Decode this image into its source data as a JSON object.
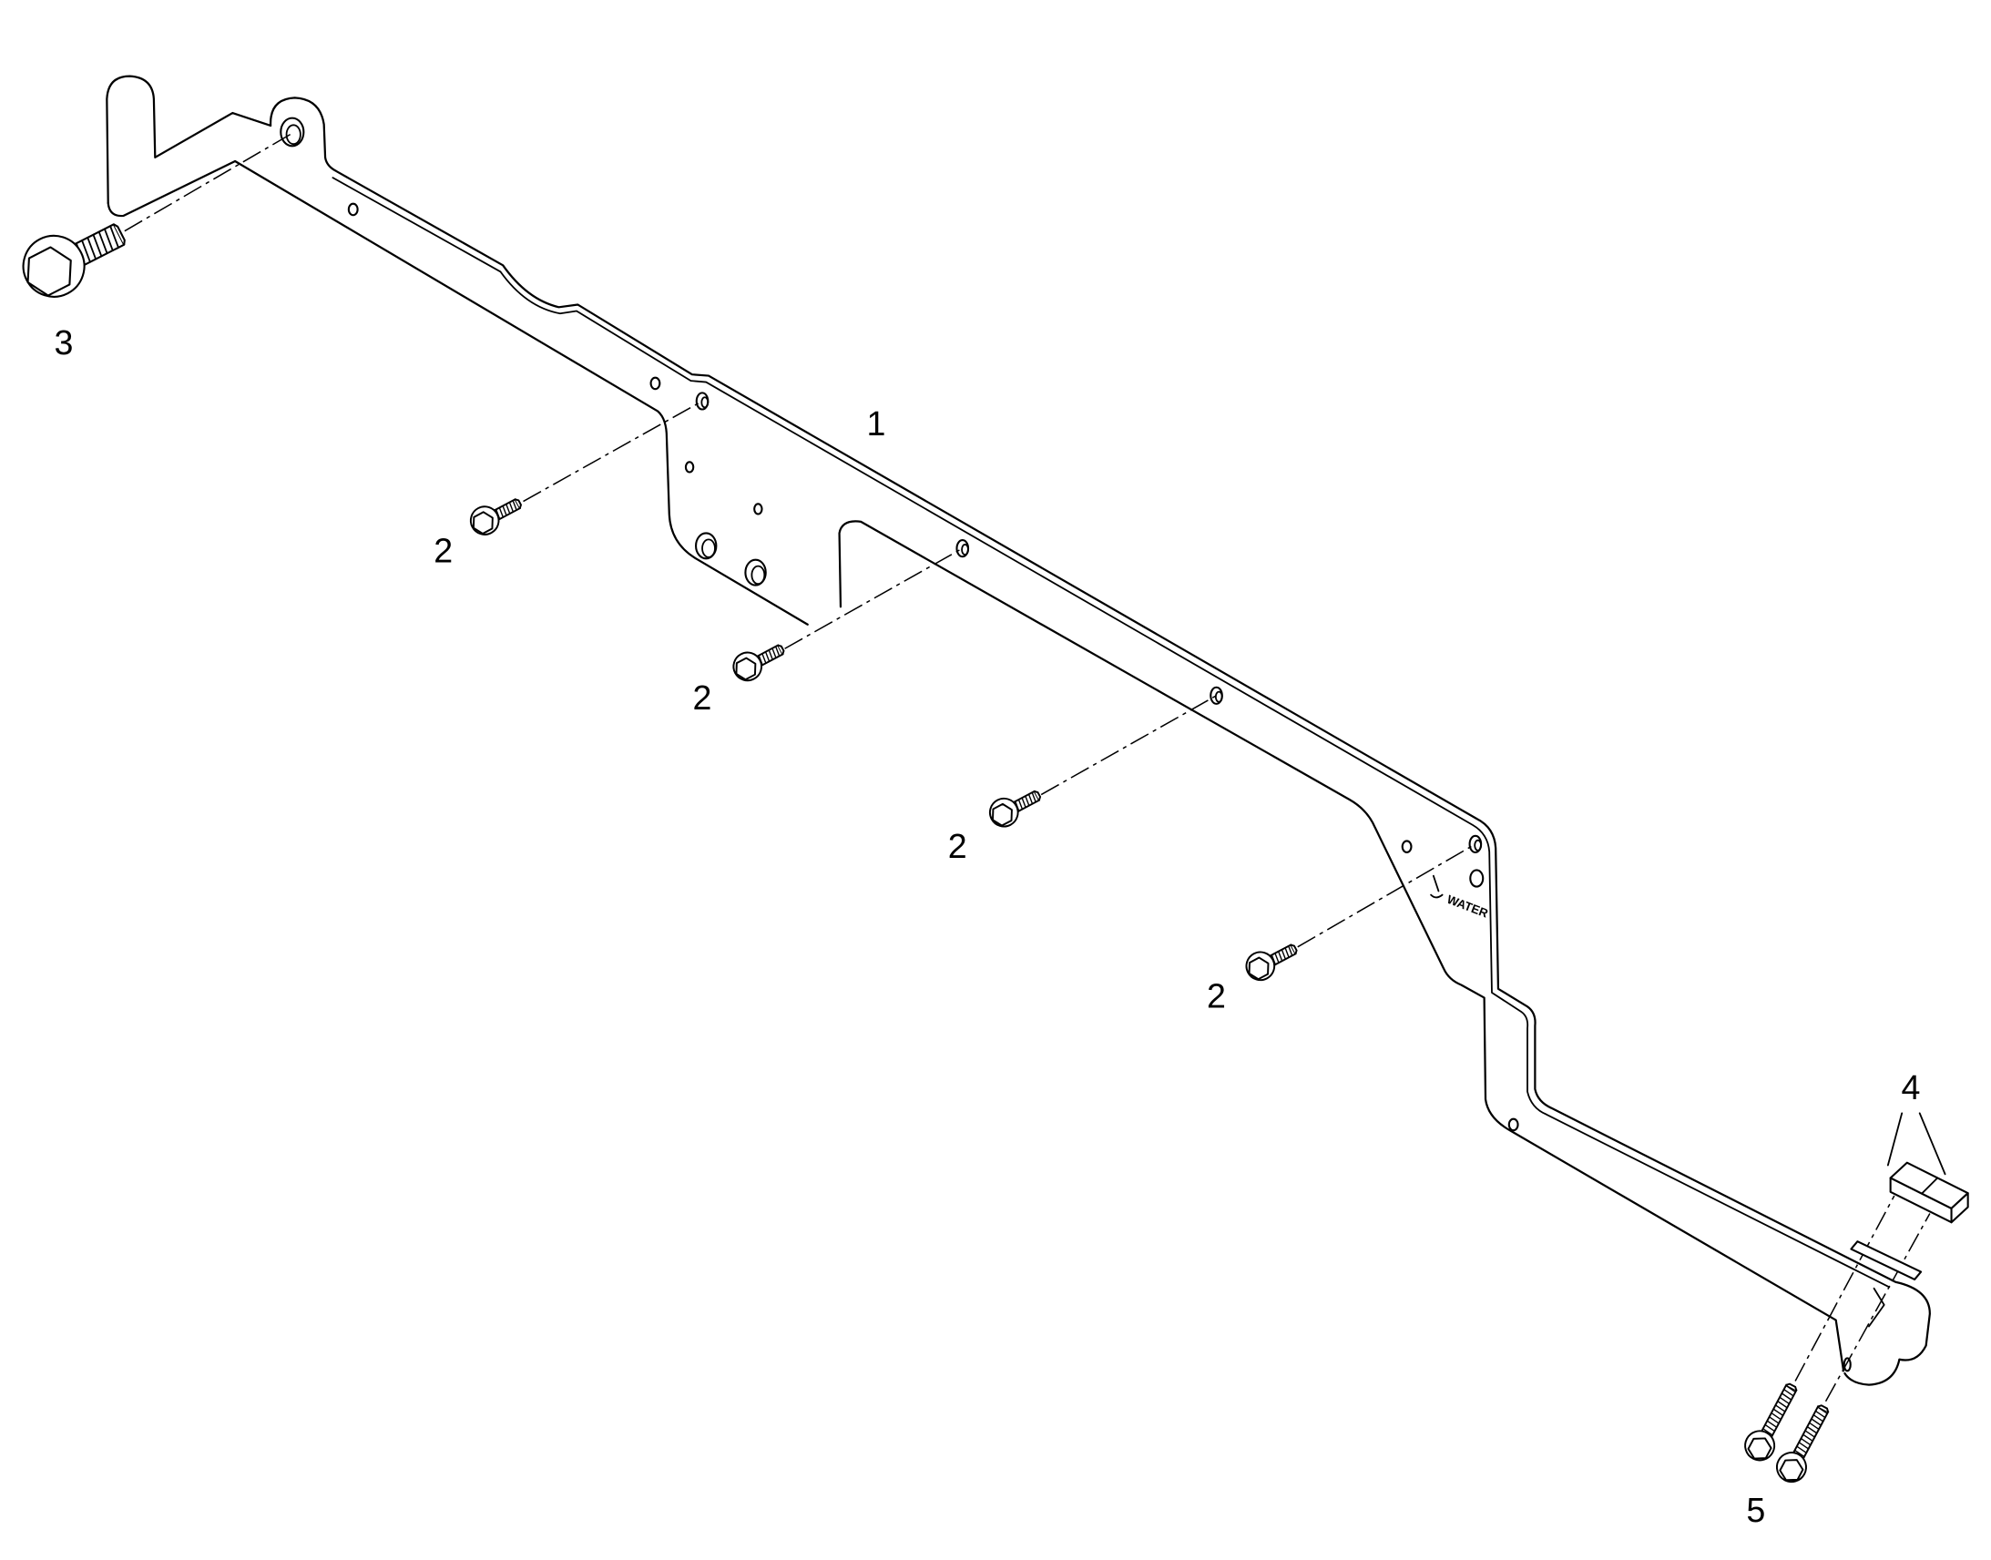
{
  "callouts": {
    "part_1": "1",
    "part_2_first": "2",
    "part_2_second": "2",
    "part_2_third": "2",
    "part_2_fourth": "2",
    "part_3": "3",
    "part_4": "4",
    "part_5": "5"
  },
  "bracket_marking": "WATER",
  "colors": {
    "line": "#000000",
    "background": "#ffffff"
  }
}
